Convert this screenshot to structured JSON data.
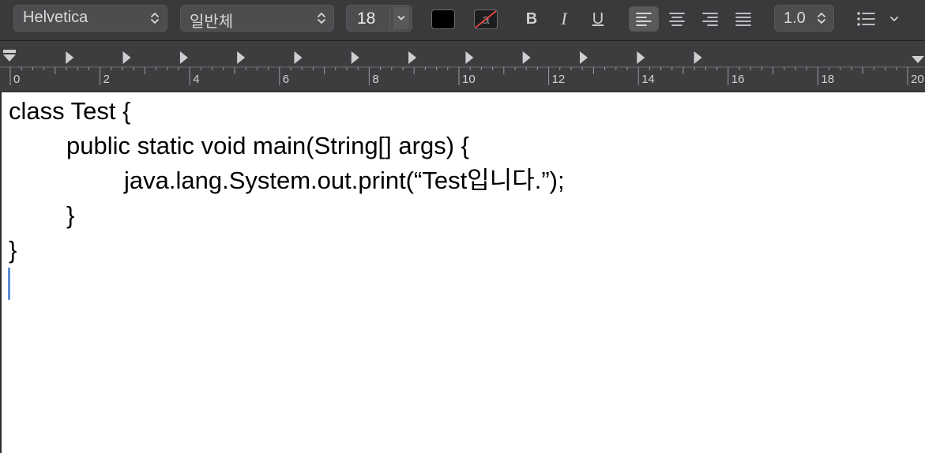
{
  "toolbar": {
    "font_family": "Helvetica",
    "typeface": "일반체",
    "font_size": "18",
    "line_spacing": "1.0",
    "bold_label": "B",
    "italic_label": "I",
    "underline_label": "U",
    "highlight_glyph": "a",
    "text_color": "#000000",
    "accent_color": "#5d8fd6",
    "icons": {
      "stepper": "updown-chevron-icon",
      "size_menu": "chevron-down-icon",
      "align_left": "align-left-icon",
      "align_center": "align-center-icon",
      "align_right": "align-right-icon",
      "align_justify": "align-justify-icon",
      "list": "list-bullets-icon"
    }
  },
  "ruler": {
    "labels": [
      "0",
      "2",
      "4",
      "6",
      "8",
      "10",
      "12",
      "14",
      "16",
      "18",
      "20"
    ]
  },
  "document": {
    "lines": [
      "class Test {",
      "\tpublic static void main(String[] args) {",
      "\t\tjava.lang.System.out.print(“Test입니다.”);",
      "\t}",
      "}"
    ]
  }
}
